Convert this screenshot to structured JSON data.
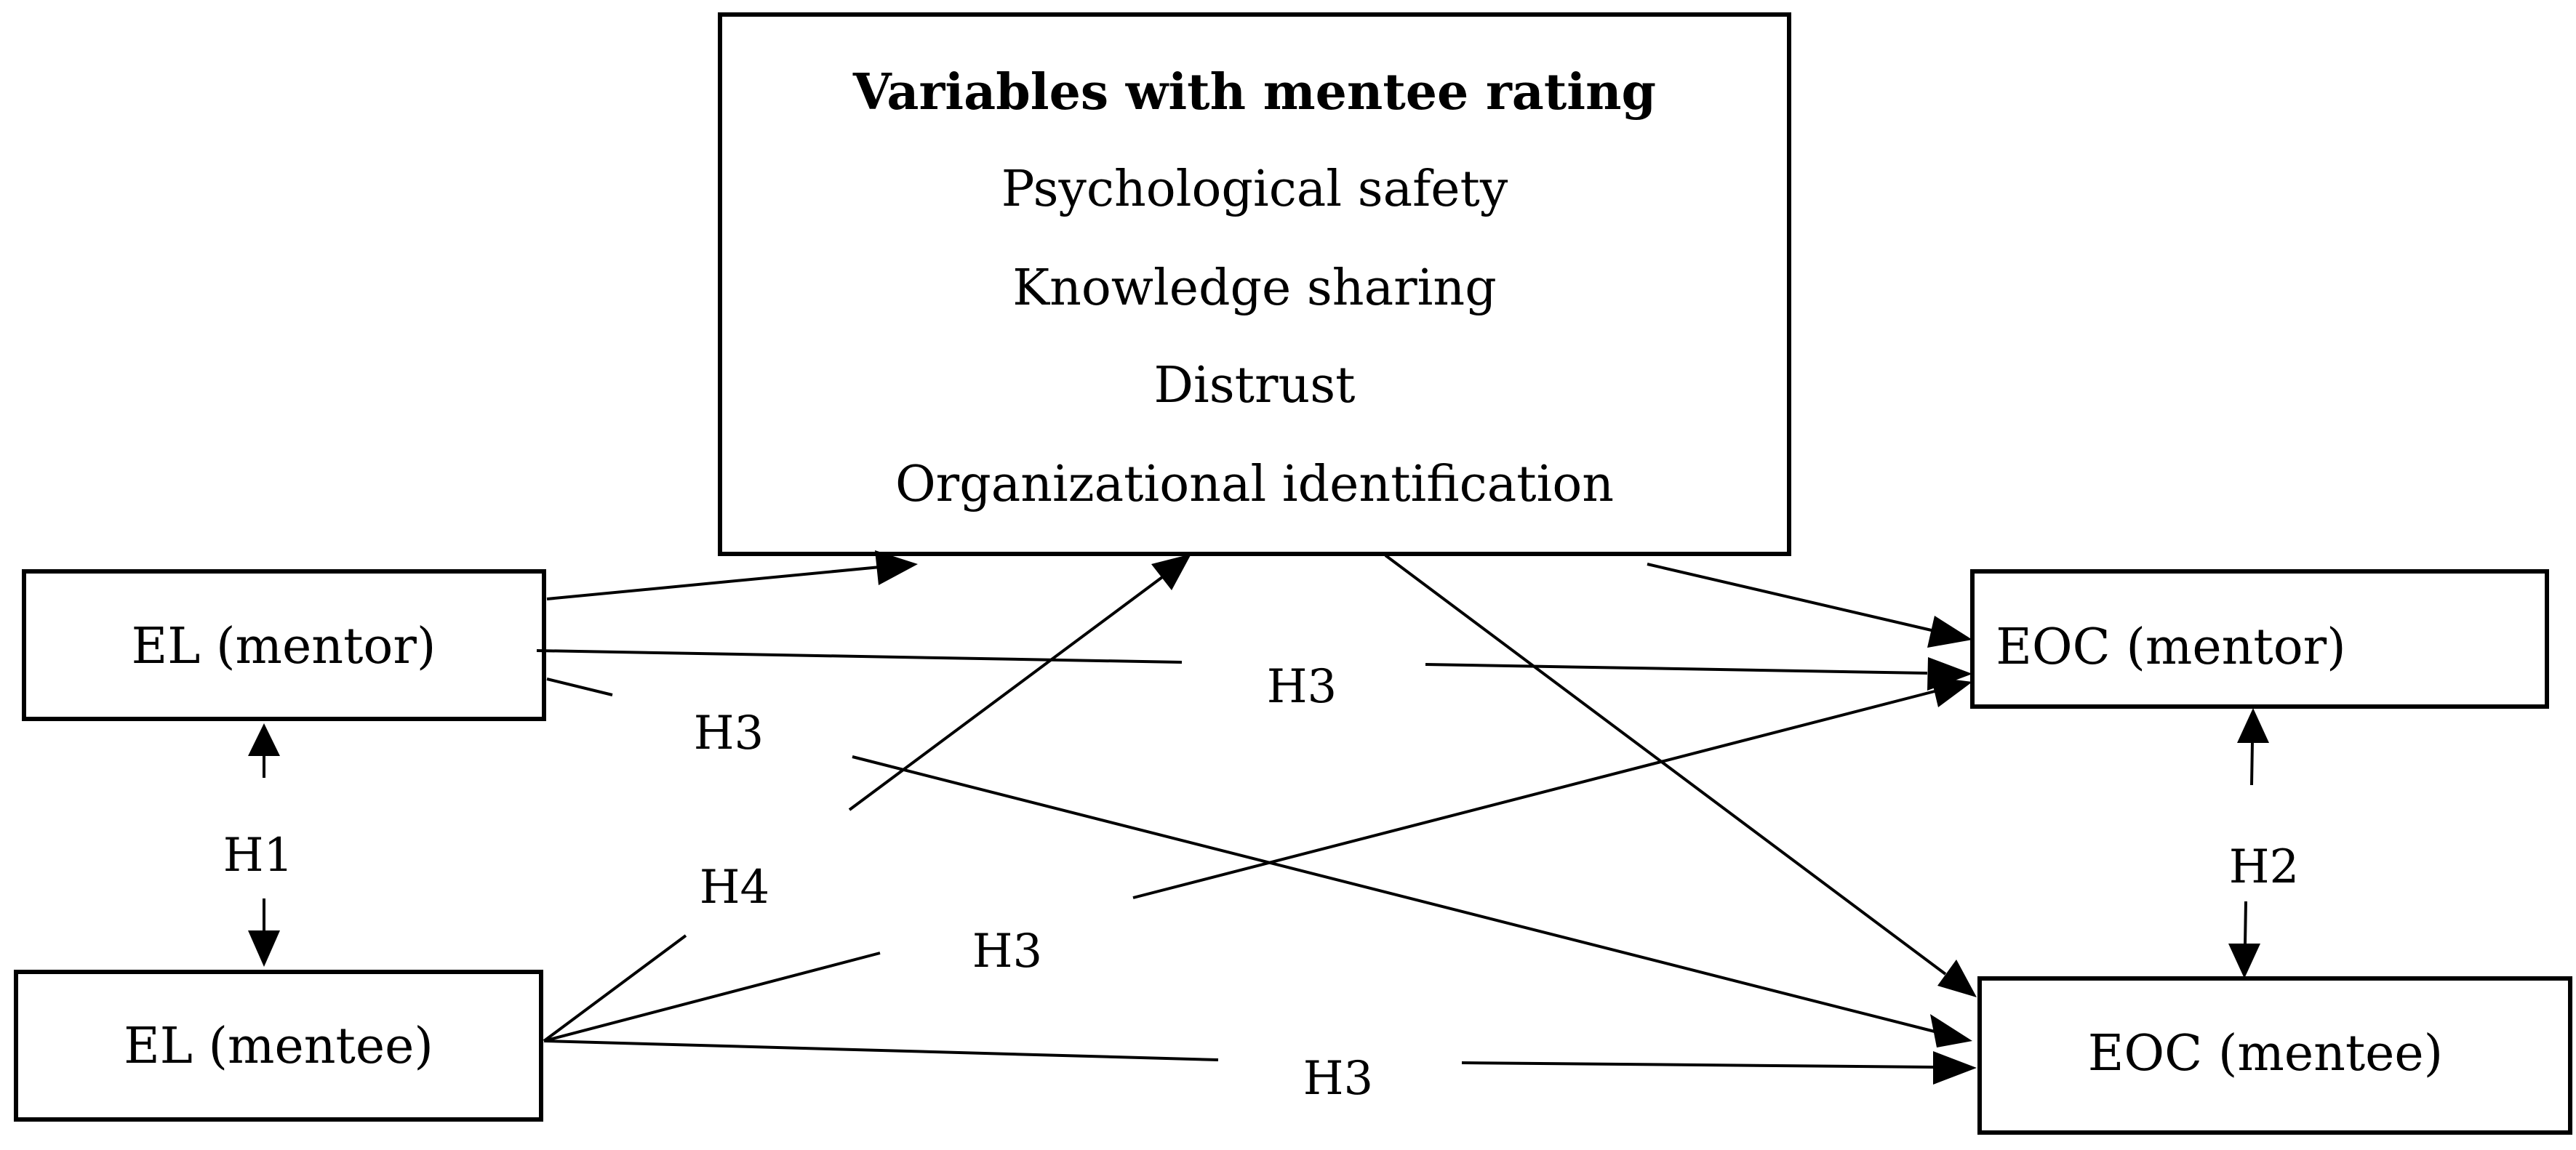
{
  "mediator_box": {
    "title": "Variables with mentee rating",
    "items": [
      "Psychological safety",
      "Knowledge sharing",
      "Distrust",
      "Organizational identification"
    ]
  },
  "nodes": {
    "el_mentor": "EL (mentor)",
    "el_mentee": "EL (mentee)",
    "eoc_mentor": "EOC (mentor)",
    "eoc_mentee": "EOC (mentee)"
  },
  "hypotheses": {
    "h1": "H1",
    "h2": "H2",
    "h3_top": "H3",
    "h3_left": "H3",
    "h3_mid": "H3",
    "h3_bottom": "H3",
    "h4": "H4"
  }
}
